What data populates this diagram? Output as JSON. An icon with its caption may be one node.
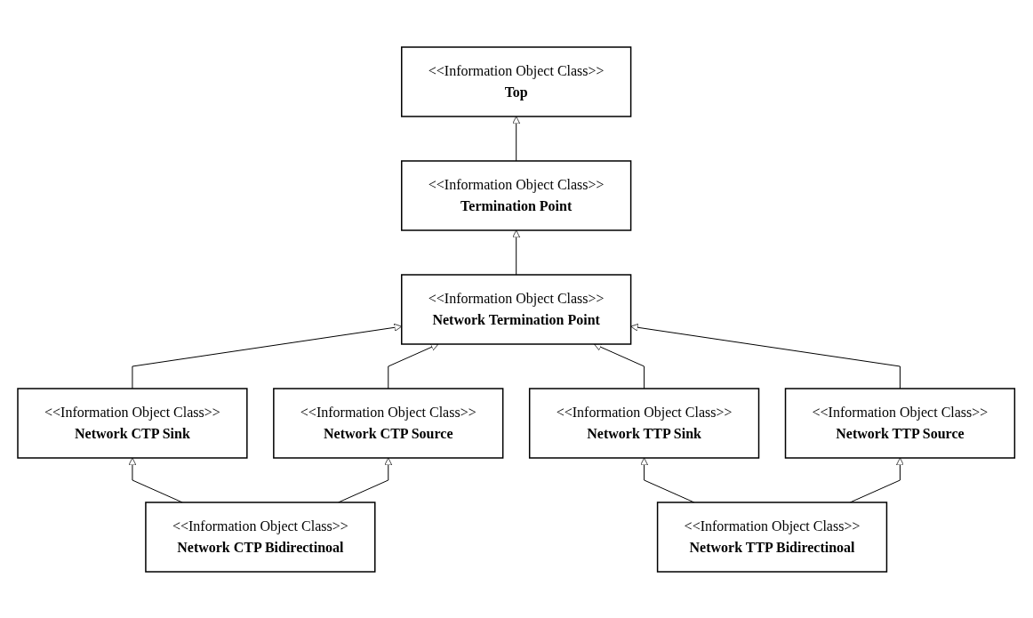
{
  "diagram": {
    "nodes": [
      {
        "text": [
          "<<Information Object Class>>",
          "Top"
        ]
      },
      {
        "text": [
          "<<Information Object Class>>",
          "Termination Point"
        ]
      },
      {
        "text": [
          "<<Information Object Class>>",
          "Network Termination Point"
        ]
      },
      {
        "text": [
          "<<Information Object Class>>",
          "Network CTP Sink"
        ]
      },
      {
        "text": [
          "<<Information Object Class>>",
          "Network CTP Source"
        ]
      },
      {
        "text": [
          "<<Information Object Class>>",
          "Network TTP Sink"
        ]
      },
      {
        "text": [
          "<<Information Object Class>>",
          "Network TTP Source"
        ]
      },
      {
        "text": [
          "<<Information Object Class>>",
          "Network CTP Bidirectinoal"
        ]
      },
      {
        "text": [
          "<<Information Object Class>>",
          "Network TTP Bidirectinoal"
        ]
      }
    ],
    "edges": [
      {
        "from": 1,
        "to": 0,
        "arrow": "to"
      },
      {
        "from": 2,
        "to": 1,
        "arrow": "to"
      },
      {
        "from": 3,
        "to": 2,
        "arrow": "to"
      },
      {
        "from": 4,
        "to": 2,
        "arrow": "to"
      },
      {
        "from": 5,
        "to": 2,
        "arrow": "to"
      },
      {
        "from": 6,
        "to": 2,
        "arrow": "to"
      },
      {
        "from": 7,
        "to": 3,
        "arrow": "to"
      },
      {
        "from": 7,
        "to": 4,
        "arrow": "to"
      },
      {
        "from": 8,
        "to": 5,
        "arrow": "to"
      },
      {
        "from": 8,
        "to": 6,
        "arrow": "to"
      }
    ]
  }
}
